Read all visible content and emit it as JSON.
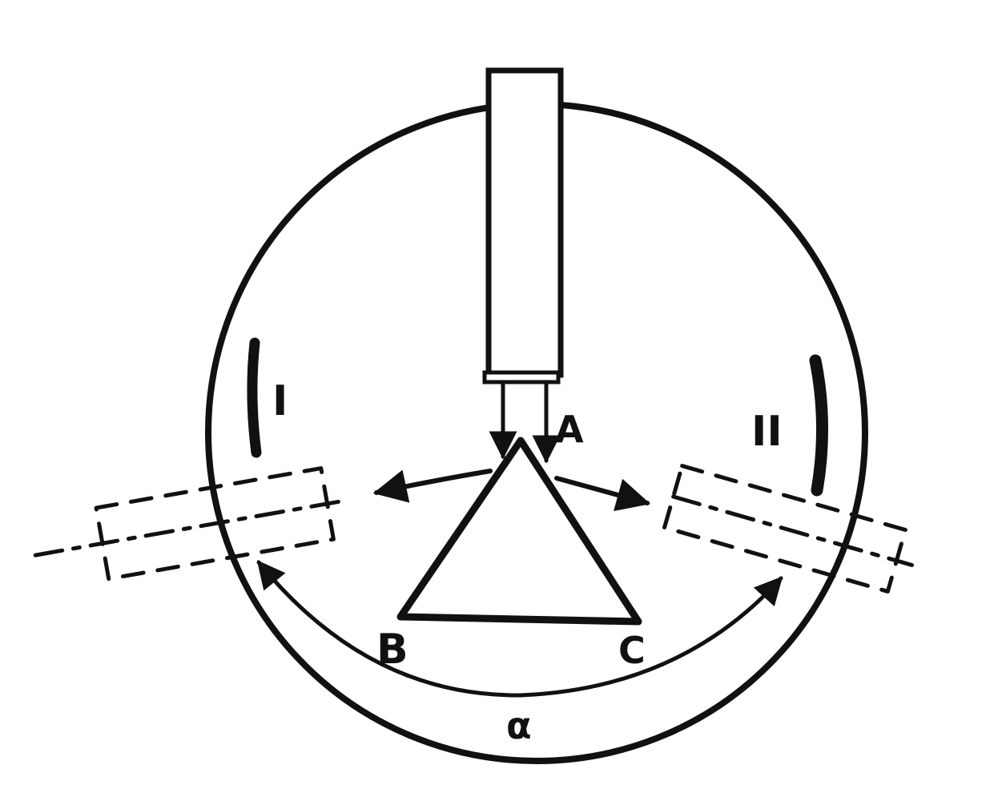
{
  "labels": {
    "vertex_a": "A",
    "vertex_b": "B",
    "vertex_c": "C",
    "mirror_i": "I",
    "mirror_ii": "II",
    "angle": "α"
  },
  "colors": {
    "ink": "#111111",
    "background": "#ffffff"
  }
}
